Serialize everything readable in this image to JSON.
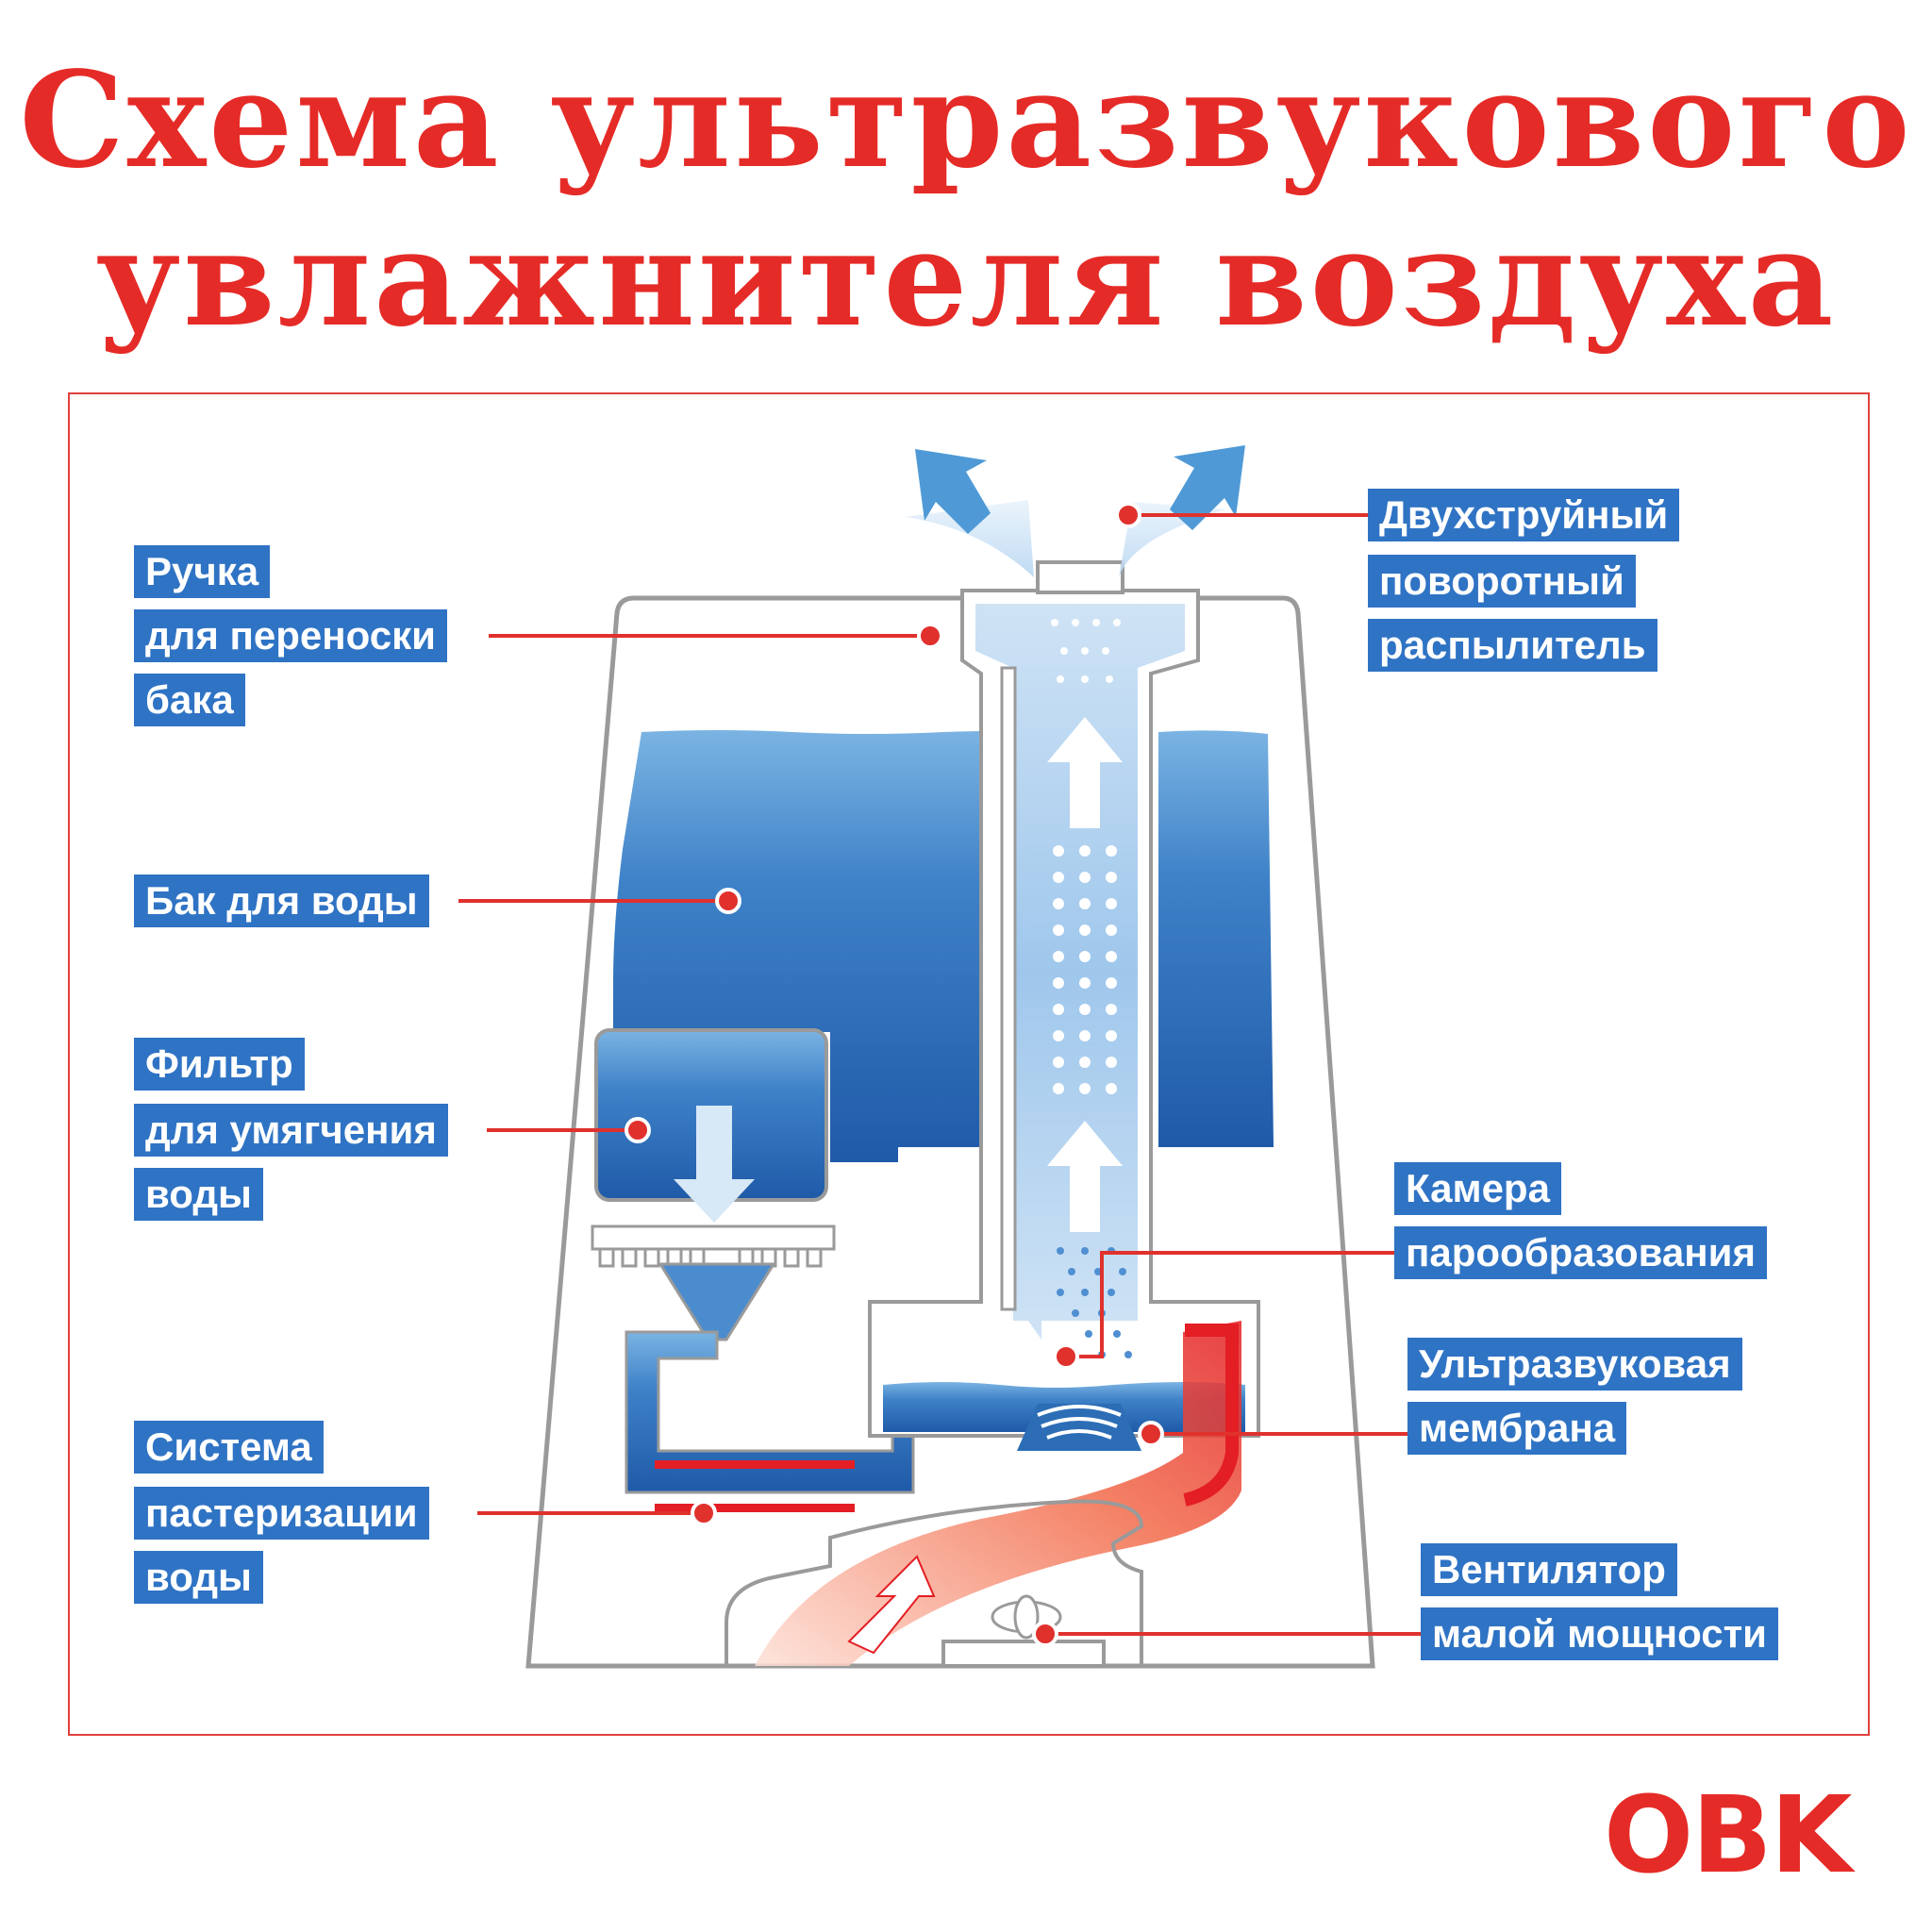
{
  "title": {
    "line1": "Схема ультразвукового",
    "line2": "увлажнителя воздуха"
  },
  "labels": {
    "handle": [
      "Ручка",
      "для переноски",
      "бака"
    ],
    "tank": [
      "Бак для воды"
    ],
    "filter": [
      "Фильтр",
      "для умягчения",
      "воды"
    ],
    "pasteurization": [
      "Система",
      "пастеризации",
      "воды"
    ],
    "sprayer": [
      "Двухструйный",
      "поворотный",
      "распылитель"
    ],
    "chamber": [
      "Камера",
      "парообразования"
    ],
    "membrane": [
      "Ультразвуковая",
      "мембрана"
    ],
    "fan": [
      "Вентилятор",
      "малой мощности"
    ]
  },
  "logo": "OBK",
  "colors": {
    "title_red": "#e52b27",
    "label_blue": "#2f73c4",
    "water_blue": "#2c6db6",
    "mist_blue": "#a9cdf0",
    "heater_red": "#e31e24"
  }
}
